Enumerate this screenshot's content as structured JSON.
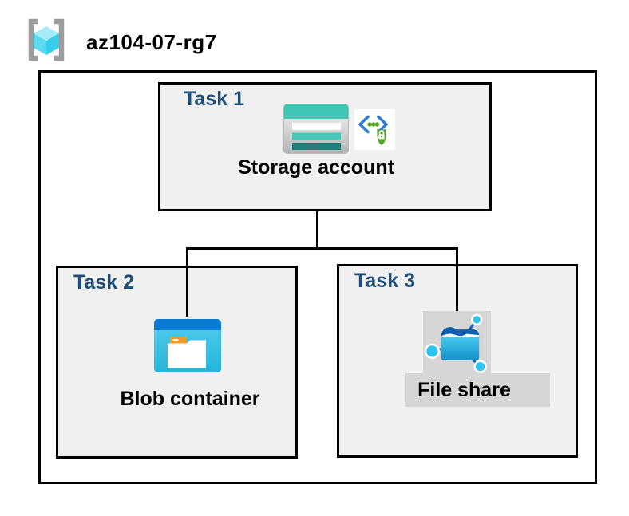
{
  "header": {
    "title": "az104-07-rg7",
    "icon": "azure-resource-group"
  },
  "diagram": {
    "type": "azure-resource-group-task-diagram",
    "tasks": [
      {
        "id": "task1",
        "label": "Task 1",
        "item": "Storage account",
        "icons": [
          "storage-account-icon",
          "sas-secured-access-icon"
        ]
      },
      {
        "id": "task2",
        "label": "Task 2",
        "item": "Blob container",
        "icons": [
          "blob-container-icon"
        ]
      },
      {
        "id": "task3",
        "label": "Task 3",
        "item": "File share",
        "icons": [
          "file-share-icon"
        ]
      }
    ],
    "connections": [
      {
        "from": "Storage account",
        "to": "Blob container"
      },
      {
        "from": "Storage account",
        "to": "File share"
      }
    ]
  },
  "colors": {
    "task_label": "#1f4e79",
    "box_fill": "#f0f0f0",
    "border": "#000000",
    "storage_teal": "#40c5b3",
    "storage_teal_dark": "#207e76",
    "blob_blue": "#0b7ad1",
    "blob_cyan": "#35bfe2",
    "folder_tab_orange": "#f59a23",
    "sas_green": "#55a42b",
    "sas_bracket_blue": "#2e7cd6",
    "fileshare_node_cyan": "#2bc4f3",
    "fileshare_dark_blue": "#0b5fae",
    "chip_gray": "#d6d6d6",
    "rg_bracket_gray": "#9c9c9c",
    "rg_cube_cyan": "#5cdaf1"
  }
}
